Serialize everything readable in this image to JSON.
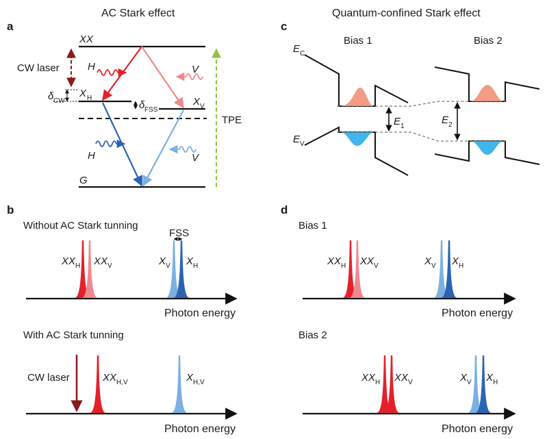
{
  "panels": {
    "a": {
      "letter": "a",
      "title": "AC Stark effect",
      "levels": {
        "xx": "XX",
        "xh": "X",
        "xh_sub": "H",
        "xv": "X",
        "xv_sub": "V",
        "g": "G"
      },
      "cw_laser": "CW laser",
      "delta_cw": "δ",
      "delta_cw_sub": "CW",
      "delta_fss": "δ",
      "delta_fss_sub": "FSS",
      "tpe": "TPE",
      "pol_h": "H",
      "pol_v": "V"
    },
    "b": {
      "letter": "b",
      "top_title": "Without AC Stark tunning",
      "fss": "FSS",
      "top_labels": {
        "xxh": "XX",
        "xxh_sub": "H",
        "xxv": "XX",
        "xxv_sub": "V",
        "xv": "X",
        "xv_sub": "V",
        "xh": "X",
        "xh_sub": "H"
      },
      "bottom_title": "With AC Stark tunning",
      "cw_laser": "CW laser",
      "bottom_labels": {
        "xx": "XX",
        "xx_sub": "H,V",
        "x": "X",
        "x_sub": "H,V"
      },
      "axis": "Photon energy"
    },
    "c": {
      "letter": "c",
      "title": "Quantum-confined Stark effect",
      "bias1": "Bias 1",
      "bias2": "Bias 2",
      "ec": "E",
      "ec_sub": "C",
      "ev": "E",
      "ev_sub": "V",
      "e1": "E",
      "e1_sub": "1",
      "e2": "E",
      "e2_sub": "2"
    },
    "d": {
      "letter": "d",
      "bias1": "Bias 1",
      "bias2": "Bias 2",
      "top_labels": {
        "xxh": "XX",
        "xxh_sub": "H",
        "xxv": "XX",
        "xxv_sub": "V",
        "xv": "X",
        "xv_sub": "V",
        "xh": "X",
        "xh_sub": "H"
      },
      "bottom_labels": {
        "xxh": "XX",
        "xxh_sub": "H",
        "xxv": "XX",
        "xxv_sub": "V",
        "xv": "X",
        "xv_sub": "V",
        "xh": "X",
        "xh_sub": "H"
      },
      "axis": "Photon energy"
    }
  },
  "colors": {
    "red": "#e3212b",
    "red_light": "#ee8a8f",
    "blue": "#2a64b3",
    "blue_light": "#7bb0e1",
    "dark_red": "#8b1a1a",
    "green": "#8cc63e",
    "orange_fill": "#f39b84",
    "cyan_fill": "#3fb7ea"
  }
}
